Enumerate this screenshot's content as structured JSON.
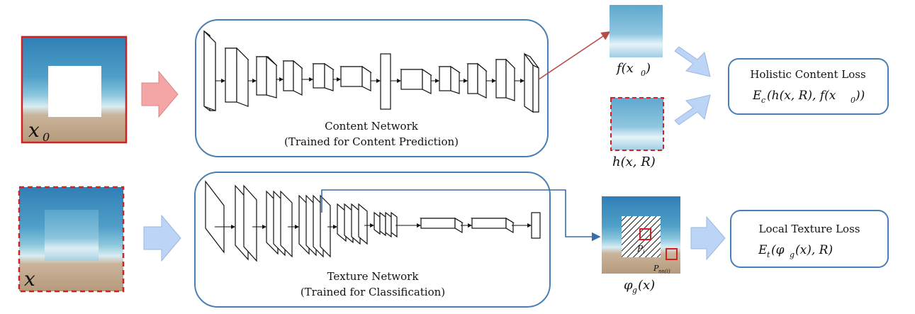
{
  "content_network": {
    "title": "Content Network",
    "subtitle": "(Trained for Content Prediction)"
  },
  "texture_network": {
    "title": "Texture Network",
    "subtitle": "(Trained for Classification)"
  },
  "images": {
    "x0_label": "x",
    "x0_sub": "0",
    "x_label": "x",
    "f_label": "f(x",
    "f_sub": "0",
    "f_close": ")",
    "h_label": "h(x, R)",
    "phi_label": "φ",
    "phi_sub": "g",
    "phi_tail": "(x)",
    "p_label": "P",
    "p_sub": "i",
    "pnn_label": "P",
    "pnn_sub": "nn(i)"
  },
  "losses": {
    "holistic_title": "Holistic Content Loss",
    "holistic_formula": "E",
    "holistic_formula_sub": "c",
    "holistic_formula_tail": "(h(x, R), f(x",
    "holistic_formula_sub2": "0",
    "holistic_formula_end": "))",
    "texture_title": "Local Texture Loss",
    "texture_formula": "E",
    "texture_formula_sub": "t",
    "texture_formula_mid": "(φ",
    "texture_formula_sub2": "g",
    "texture_formula_end": "(x), R)"
  },
  "colors": {
    "box_border": "#4a7fb5",
    "red_frame": "#d32020",
    "red_arrow": "#f4a6a6",
    "blue_arrow": "#bcd4f5",
    "connector_red": "#b84a4a",
    "connector_blue": "#3a6ea8"
  }
}
